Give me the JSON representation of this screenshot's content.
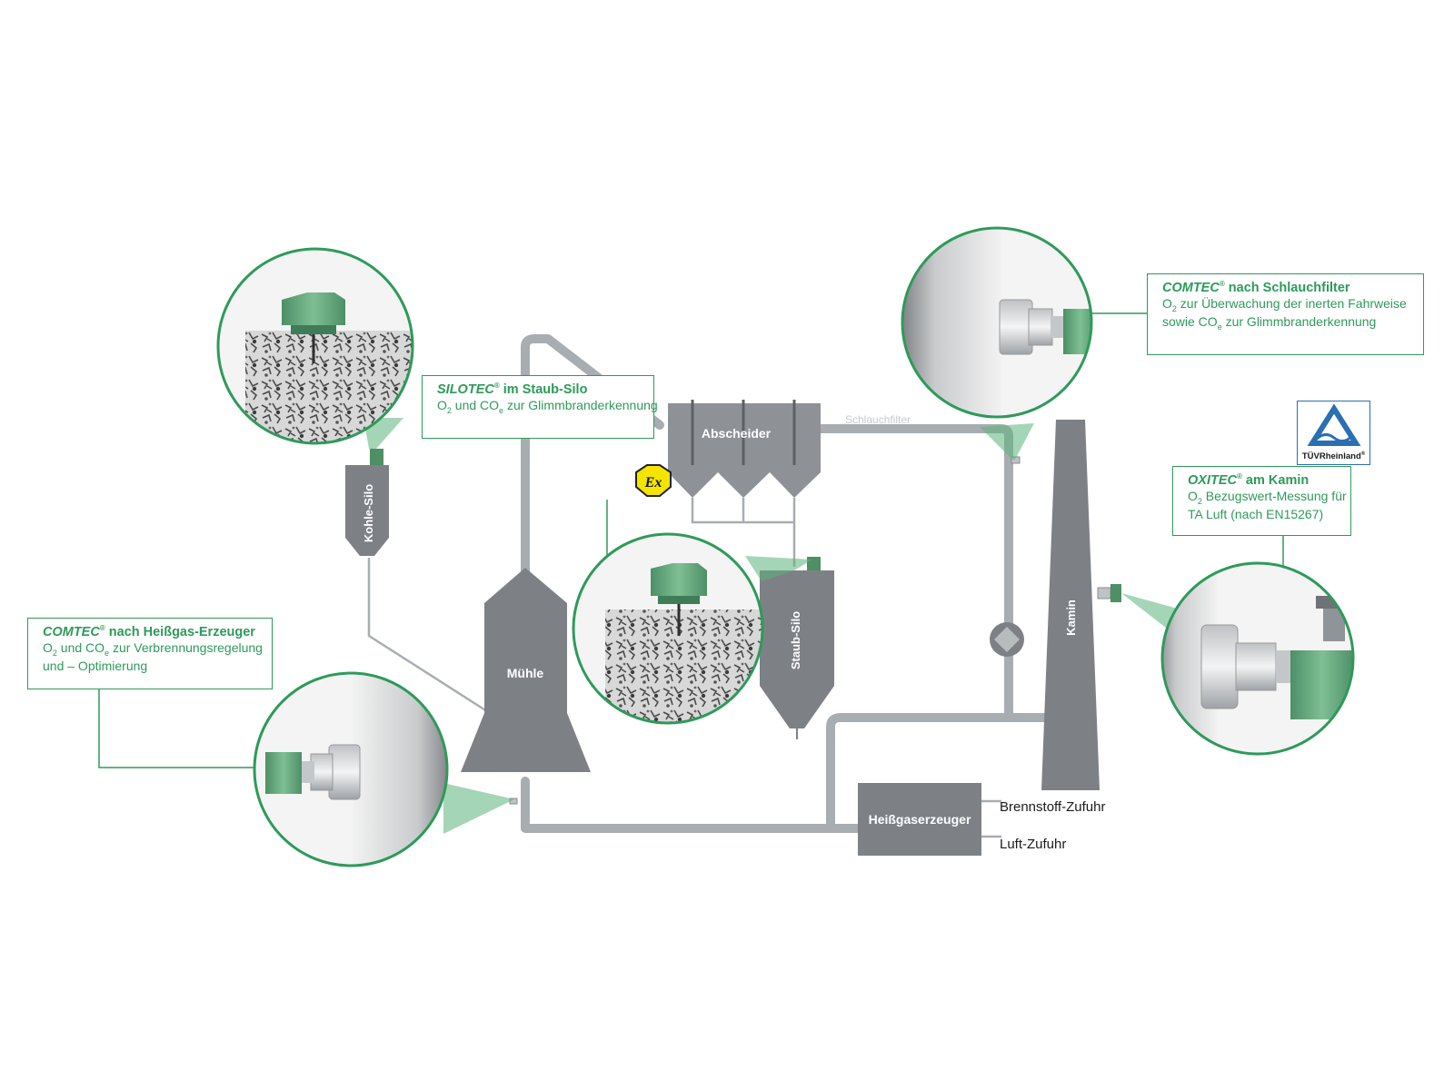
{
  "labels": {
    "kohle_silo": "Kohle-Silo",
    "muehle": "Mühle",
    "abscheider": "Abscheider",
    "schlauchfilter": "Schlauchfilter",
    "staub_silo": "Staub-Silo",
    "kamin": "Kamin",
    "heissgaserzeuger": "Heißgaserzeuger",
    "brennstoff": "Brennstoff-Zufuhr",
    "luft": "Luft-Zufuhr"
  },
  "boxes": {
    "silotec": {
      "product": "SILOTEC",
      "reg": "®",
      "title_rest": " im Staub-Silo",
      "line1_a": "O",
      "line1_sub1": "2",
      "line1_b": " und CO",
      "line1_sub2": "e",
      "line1_c": " zur Glimmbranderkennung"
    },
    "comtec_heiss": {
      "product": "COMTEC",
      "reg": "®",
      "title_rest": " nach Heißgas-Erzeuger",
      "line1_a": "O",
      "line1_sub1": "2",
      "line1_b": " und CO",
      "line1_sub2": "e",
      "line1_c": " zur Verbrennungsregelung",
      "line2": "und – Optimierung"
    },
    "comtec_schlauch": {
      "product": "COMTEC",
      "reg": "®",
      "title_rest": " nach Schlauchfilter",
      "line1_a": "O",
      "line1_sub1": "2",
      "line1_b": " zur Überwachung der inerten Fahrweise",
      "line2_a": "sowie CO",
      "line2_sub": "e",
      "line2_b": " zur Glimmbranderkennung"
    },
    "oxitec": {
      "product": "OXITEC",
      "reg": "®",
      "title_rest": " am Kamin",
      "line1_a": "O",
      "line1_sub1": "2",
      "line1_b": " Bezugswert-Messung für",
      "line2": "TA Luft (nach EN15267)"
    }
  },
  "tuv": {
    "text": "TÜVRheinland",
    "reg": "®",
    "icon": "tuv-triangle-icon"
  },
  "ex_symbol": {
    "text": "Ex",
    "icon": "ex-hazard-icon"
  },
  "colors": {
    "accent_green": "#2e9a5a",
    "equipment_gray": "#7d8185",
    "pipe_gray": "#a8adb2",
    "ex_yellow": "#f3e500",
    "tuv_blue": "#2a6fb3"
  }
}
